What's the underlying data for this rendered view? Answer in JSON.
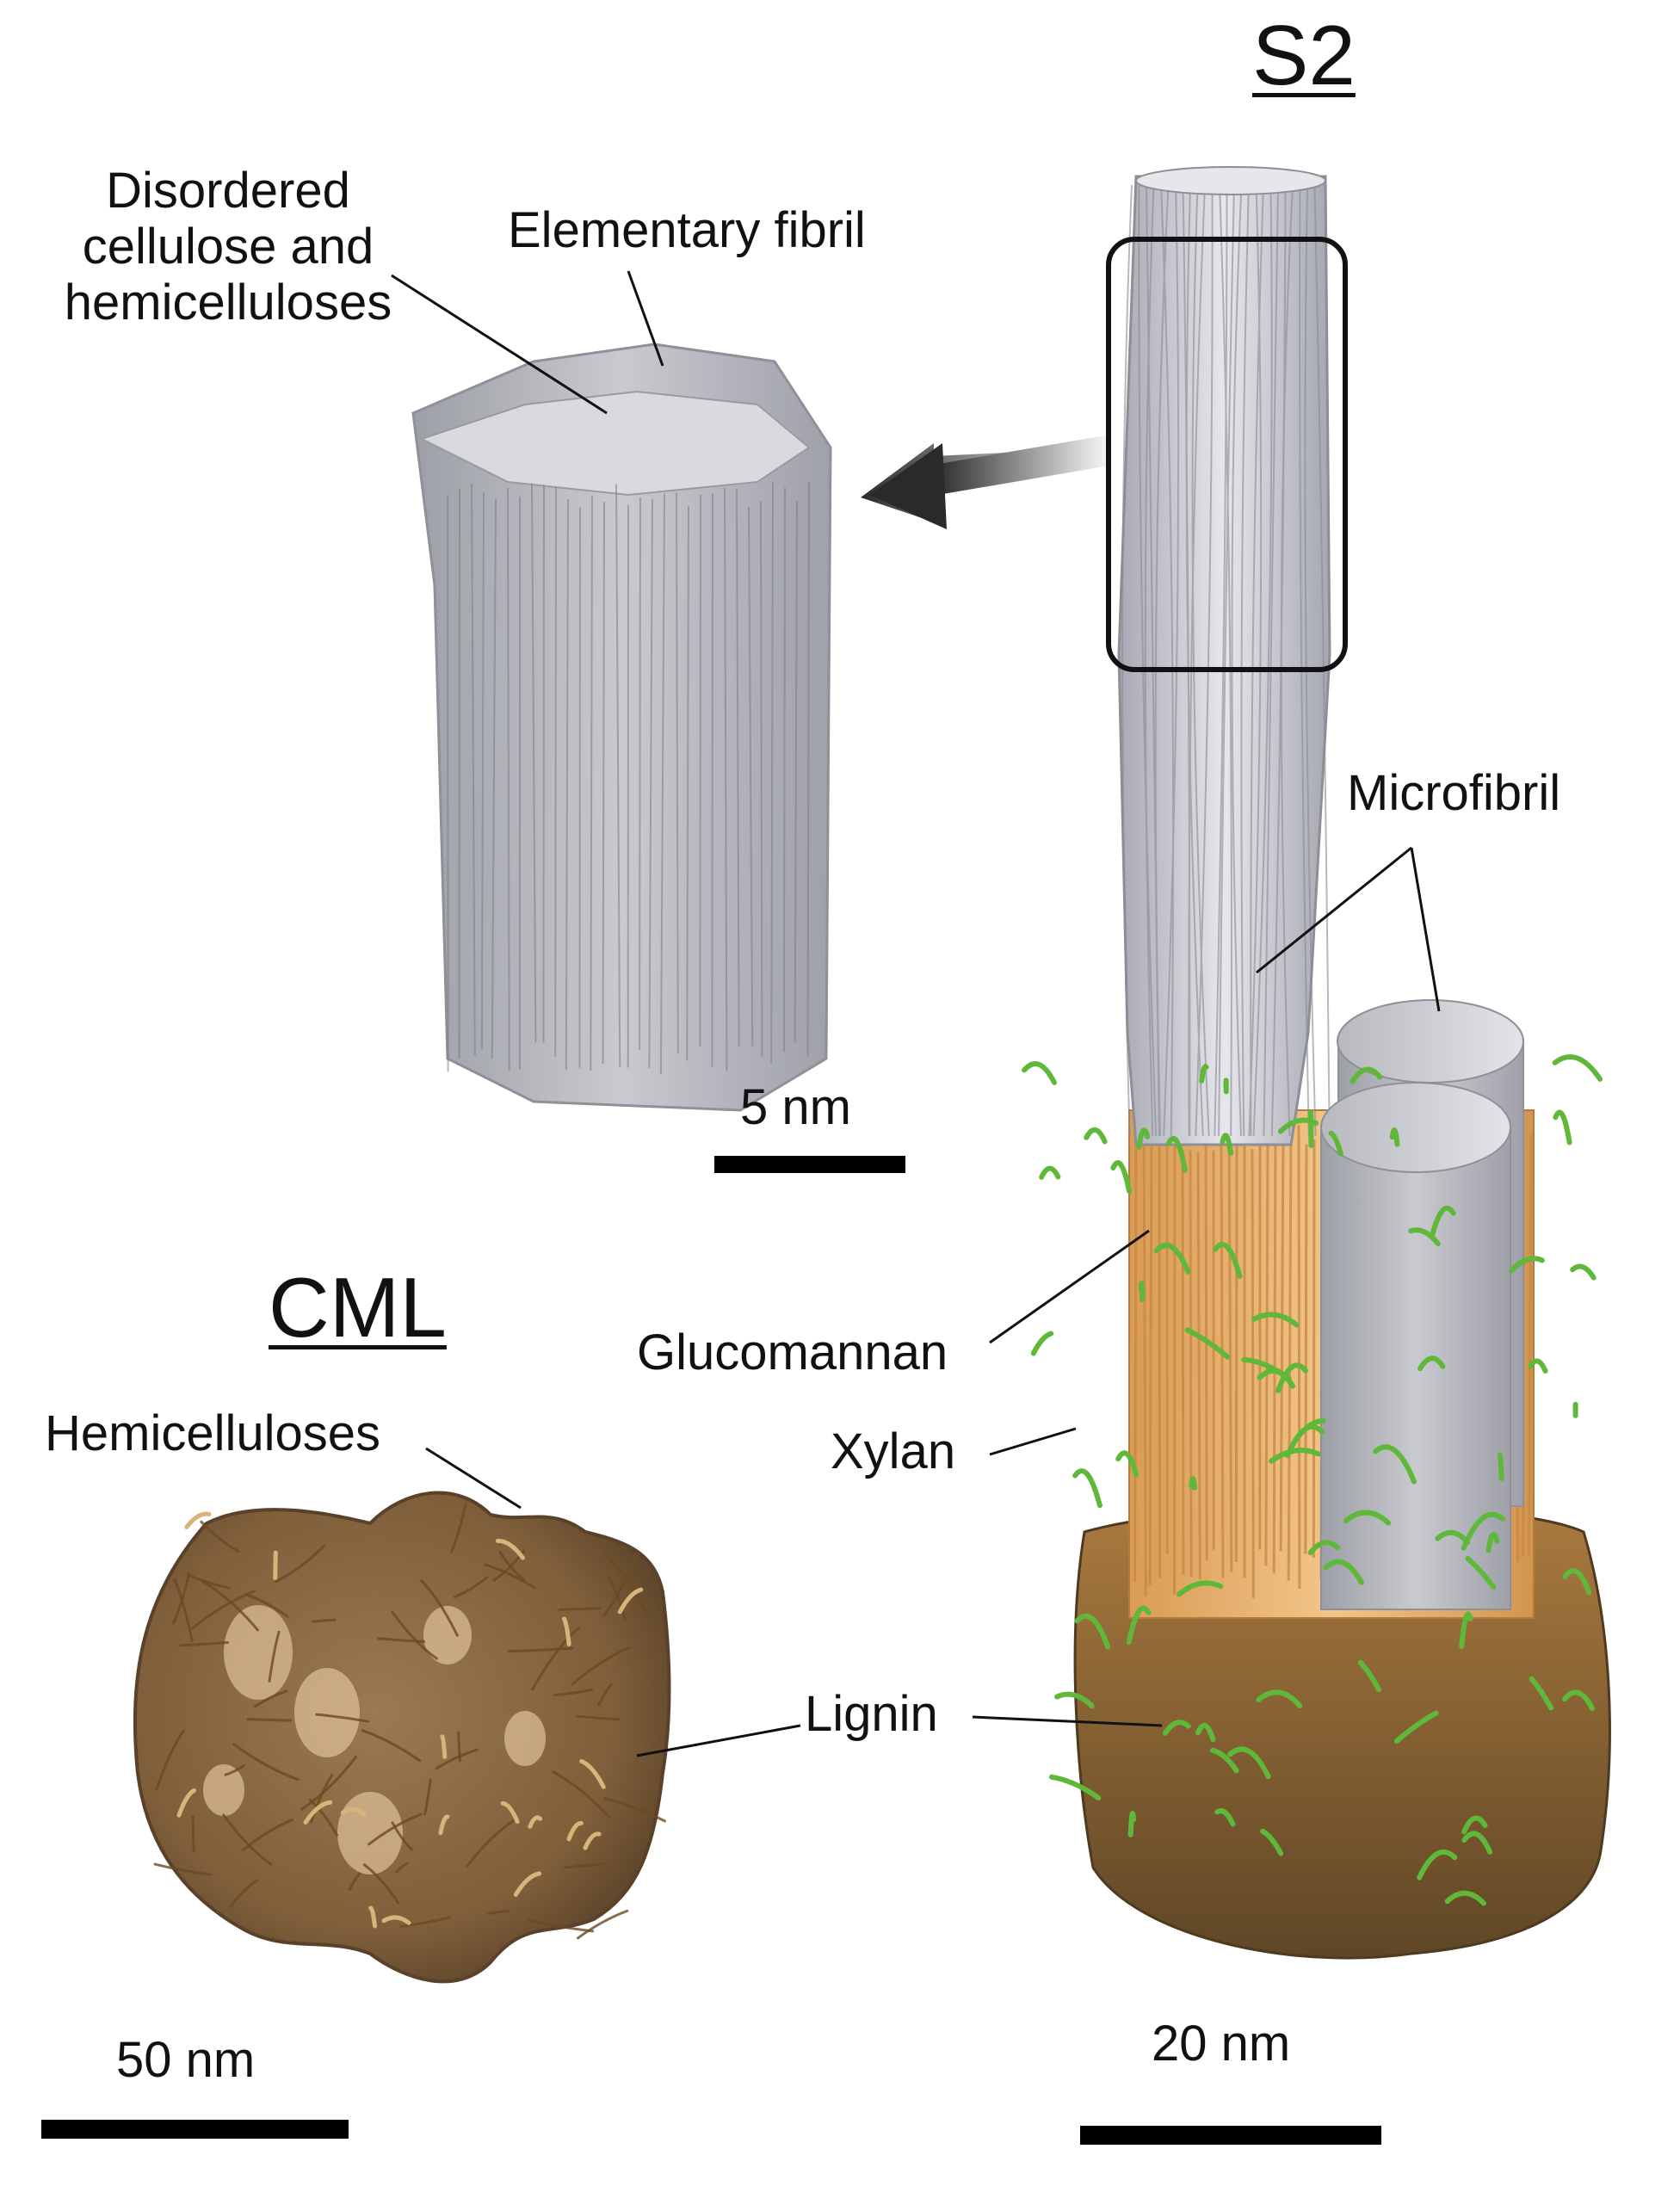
{
  "panels": {
    "s2": {
      "title": "S2"
    },
    "cml": {
      "title": "CML"
    }
  },
  "labels": {
    "disordered": [
      "Disordered",
      "cellulose and",
      "hemicelluloses"
    ],
    "elementary_fibril": "Elementary fibril",
    "microfibril": "Microfibril",
    "glucomannan": "Glucomannan",
    "xylan": "Xylan",
    "lignin": "Lignin",
    "hemicelluloses": "Hemicelluloses"
  },
  "scale_bars": {
    "fibril": "5 nm",
    "cml": "50 nm",
    "s2": "20 nm"
  },
  "colors": {
    "cellulose": "#cfd0d6",
    "glucomannan": "#e7b36f",
    "xylan": "#5fb83a",
    "lignin": "#8a6232",
    "cml_lignin": "#8a6a44",
    "cml_hemicellulose": "#d8b47a"
  }
}
